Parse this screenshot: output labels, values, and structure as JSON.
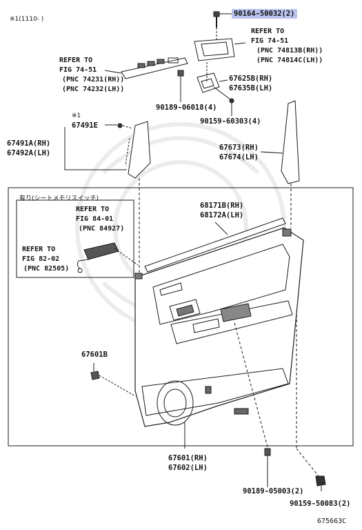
{
  "header_note": "※1(1110-    )",
  "footer_code": "675663C",
  "inset_title": "有り(シートメモリスイッチ)",
  "note_mark": "※1",
  "labels": {
    "p90164": "90164-50032(2)",
    "ref7451_a": "REFER TO",
    "ref7451_b": "FIG 74-51",
    "ref7451_c": "(PNC 74813B(RH))",
    "ref7451_d": "(PNC 74814C(LH))",
    "ref7451L_a": "REFER TO",
    "ref7451L_b": "FIG 74-51",
    "ref7451L_c": "(PNC 74231(RH))",
    "ref7451L_d": "(PNC 74232(LH))",
    "p67625": "67625B(RH)",
    "p67635": "67635B(LH)",
    "p90189_06018": "90189-06018(4)",
    "p90159_60303": "90159-60303(4)",
    "p67491E": "67491E",
    "p67491A": "67491A(RH)",
    "p67492A": "67492A(LH)",
    "p67673": "67673(RH)",
    "p67674": "67674(LH)",
    "ref8401_a": "REFER TO",
    "ref8401_b": "FIG 84-01",
    "ref8401_c": "(PNC 84927)",
    "ref8202_a": "REFER TO",
    "ref8202_b": "FIG 82-02",
    "ref8202_c": "(PNC 82505)",
    "p68171": "68171B(RH)",
    "p68172": "68172A(LH)",
    "p67601B": "67601B",
    "p67601": "67601(RH)",
    "p67602": "67602(LH)",
    "p90189_05003": "90189-05003(2)",
    "p90159_50083": "90159-50083(2)"
  },
  "colors": {
    "line": "#1a1a1a",
    "highlight": "#b9c3ec",
    "watermark": "#ececec"
  }
}
